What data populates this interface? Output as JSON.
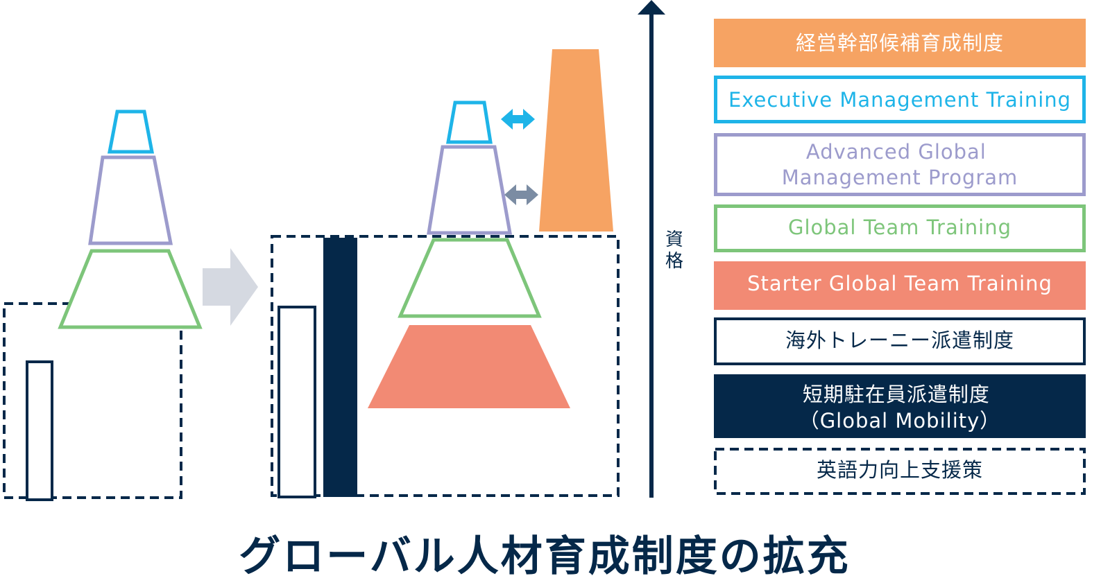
{
  "title": "グローバル人材育成制度の拡充",
  "axis_label": "資格",
  "colors": {
    "navy": "#052849",
    "orange": "#F6A363",
    "cyan": "#1EB4E8",
    "purple": "#9C9BCC",
    "green": "#7DC57A",
    "salmon": "#F28A74",
    "gray_arrow": "#D5D9E1",
    "slate_arrow": "#7B8CA3"
  },
  "legend": [
    {
      "id": "executive-candidate",
      "label": "経営幹部候補育成制度",
      "style": "filled-orange"
    },
    {
      "id": "executive-management",
      "label": "Executive Management Training",
      "style": "outline-cyan"
    },
    {
      "id": "advanced-global",
      "label": "Advanced Global\nManagement Program",
      "style": "outline-purple"
    },
    {
      "id": "global-team",
      "label": "Global Team Training",
      "style": "outline-green"
    },
    {
      "id": "starter-global",
      "label": "Starter Global Team Training",
      "style": "filled-salmon"
    },
    {
      "id": "overseas-trainee",
      "label": "海外トレーニー派遣制度",
      "style": "outline-navy"
    },
    {
      "id": "short-term",
      "label": "短期駐在員派遣制度\n（Global Mobility）",
      "style": "filled-navy"
    },
    {
      "id": "english-support",
      "label": "英語力向上支援策",
      "style": "dashed-navy"
    }
  ]
}
